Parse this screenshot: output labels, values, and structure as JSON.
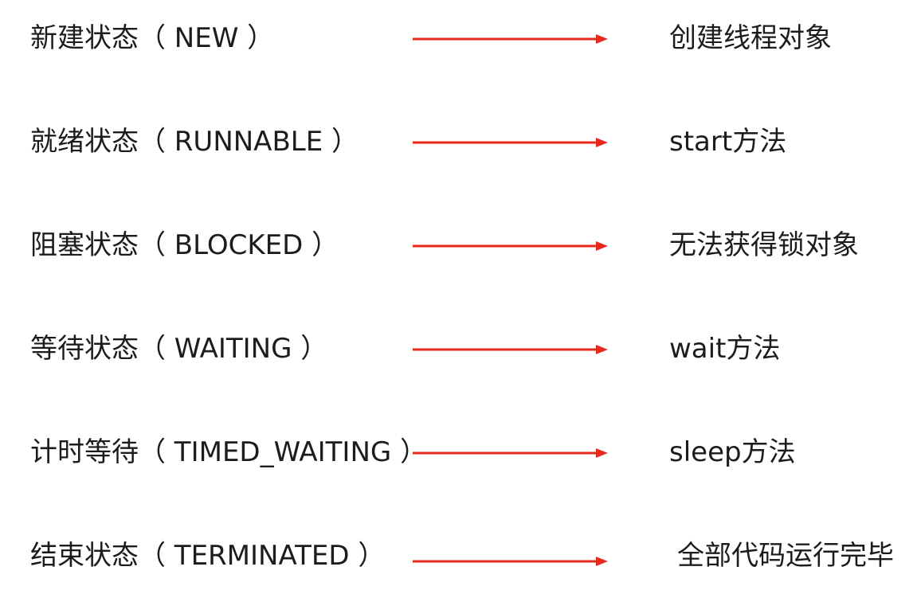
{
  "rows": [
    {
      "state": "新建状态（ NEW ）",
      "trigger": "创建线程对象"
    },
    {
      "state": "就绪状态（ RUNNABLE ）",
      "trigger": "start方法"
    },
    {
      "state": "阻塞状态（ BLOCKED ）",
      "trigger": "无法获得锁对象"
    },
    {
      "state": "等待状态（ WAITING ）",
      "trigger": "wait方法"
    },
    {
      "state": "计时等待（ TIMED_WAITING ）",
      "trigger": "sleep方法"
    },
    {
      "state": "结束状态（ TERMINATED ）",
      "trigger": "全部代码运行完毕"
    }
  ],
  "colors": {
    "arrow": "#e8281a",
    "text": "#1c1c1c",
    "background": "#ffffff"
  }
}
